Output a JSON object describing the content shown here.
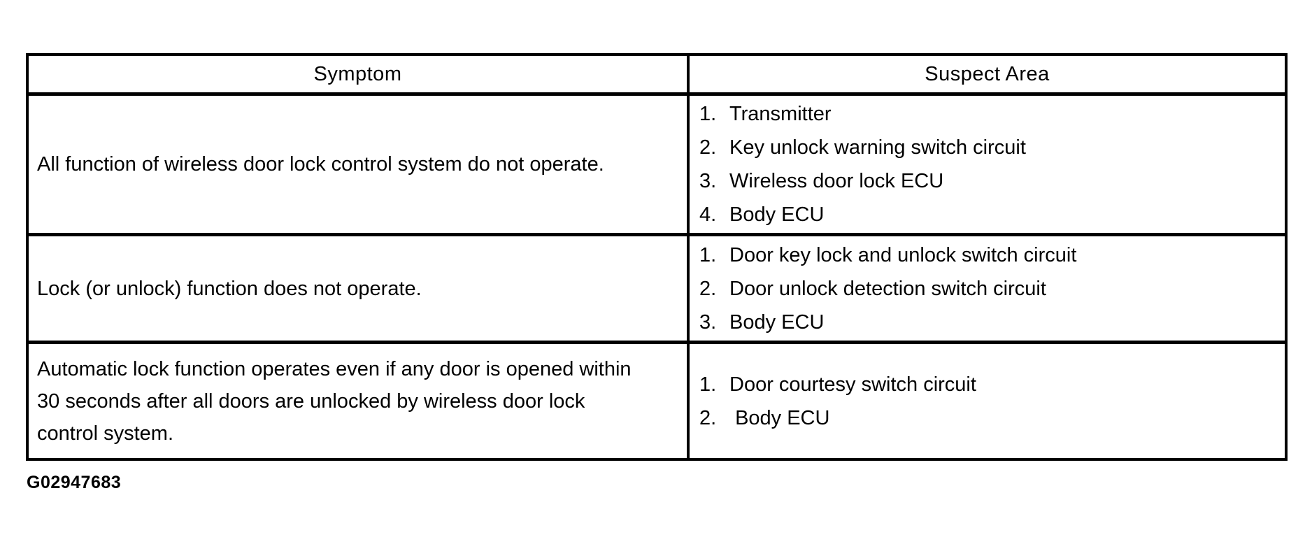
{
  "table": {
    "headers": {
      "symptom": "Symptom",
      "suspect": "Suspect Area"
    },
    "rows": [
      {
        "symptom": "All function of wireless door lock control system do not operate.",
        "suspects": [
          {
            "num": "1.",
            "label": "Transmitter"
          },
          {
            "num": "2.",
            "label": "Key unlock warning switch circuit"
          },
          {
            "num": "3.",
            "label": "Wireless door lock ECU"
          },
          {
            "num": "4.",
            "label": "Body ECU"
          }
        ]
      },
      {
        "symptom": "Lock (or unlock) function does not operate.",
        "suspects": [
          {
            "num": "1.",
            "label": "Door key lock and unlock switch circuit"
          },
          {
            "num": "2.",
            "label": "Door unlock detection switch circuit"
          },
          {
            "num": "3.",
            "label": "Body ECU"
          }
        ]
      },
      {
        "symptom": "Automatic lock function operates even if any door is opened within\n30 seconds after all doors are unlocked by wireless door lock\ncontrol system.",
        "suspects": [
          {
            "num": "1.",
            "label": "Door courtesy switch circuit"
          },
          {
            "num": "2.",
            "label": " Body ECU"
          }
        ]
      }
    ]
  },
  "caption": "G02947683",
  "colors": {
    "border": "#000000",
    "text": "#000000",
    "background": "#ffffff"
  }
}
